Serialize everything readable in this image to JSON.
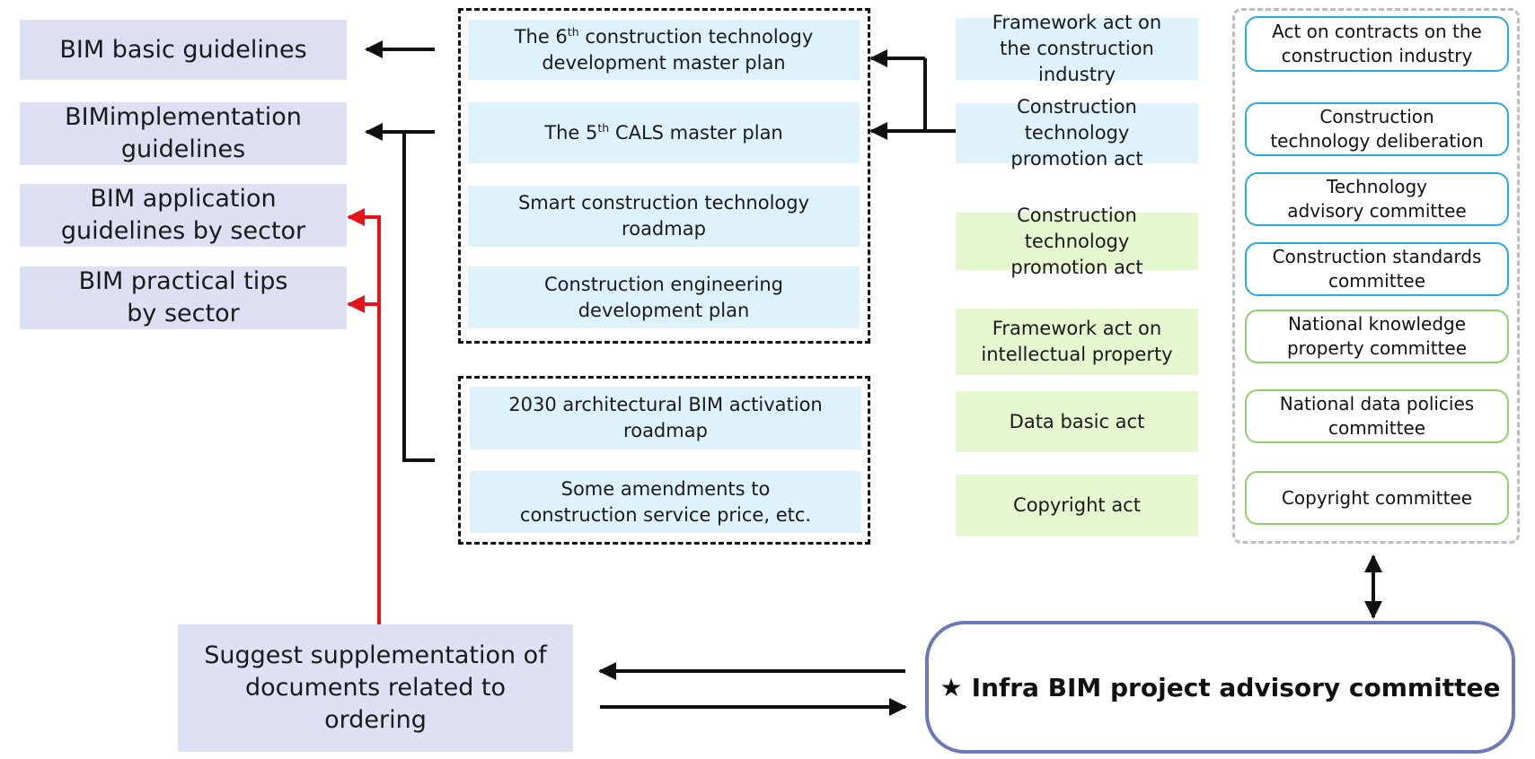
{
  "colors": {
    "lavender": "#dde0f3",
    "light_blue": "#ddf2fb",
    "light_green": "#e4f7cf",
    "outline_blue": "#2aa9df",
    "outline_green": "#8fd16a",
    "committee_border": "#6b79b8",
    "red_arrow": "#e8121a"
  },
  "guidelines": {
    "basic": "BIM basic guidelines",
    "implementation": "BIMimplementation\nguidelines",
    "application": "BIM application\nguidelines by sector",
    "tips": "BIM practical tips\nby sector"
  },
  "plans": {
    "p1_pre": "The 6",
    "p1_sup": "th",
    "p1_post": " construction technology\ndevelopment master plan",
    "p2_pre": "The 5",
    "p2_sup": "th",
    "p2_post": " CALS master plan",
    "p3": "Smart construction technology\nroadmap",
    "p4": "Construction engineering\ndevelopment plan"
  },
  "roadmaps": {
    "r1": "2030 architectural BIM activation\nroadmap",
    "r2": "Some amendments to\nconstruction service price, etc."
  },
  "acts": {
    "a1": "Framework act on\nthe construction\nindustry",
    "a2": "Construction\ntechnology\npromotion act",
    "a3": "Construction\ntechnology\npromotion act",
    "a4": "Framework act on\nintellectual property",
    "a5": "Data basic act",
    "a6": "Copyright act"
  },
  "committees": {
    "c1": "Act on contracts on the\nconstruction industry",
    "c2": "Construction\ntechnology deliberation",
    "c3": "Technology\nadvisory committee",
    "c4": "Construction standards\ncommittee",
    "c5": "National knowledge\nproperty committee",
    "c6": "National data policies\ncommittee",
    "c7": "Copyright committee"
  },
  "suggest": "Suggest supplementation of\ndocuments related to\nordering",
  "advisory": {
    "icon": "★",
    "label": "Infra BIM project advisory committee"
  }
}
